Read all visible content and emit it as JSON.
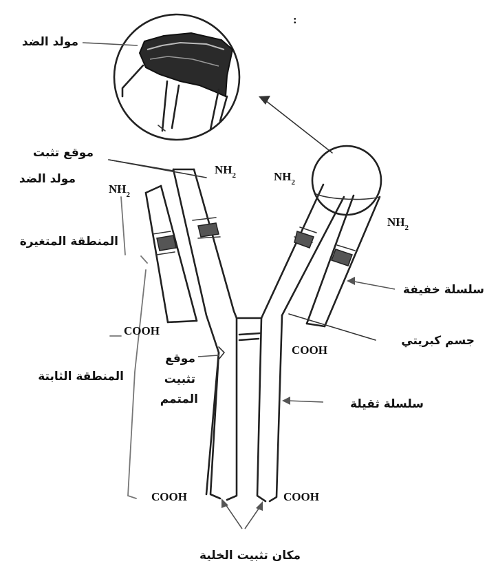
{
  "header_colon": ":",
  "labels": {
    "antigen": "مولد الضد",
    "antigen_site_line1": "موقع تثبت",
    "antigen_site_line2": "مولد الضد",
    "variable_region": "المنطقة المتغيرة",
    "constant_region": "المنطقة الثابتة",
    "complement_line1": "موقع",
    "complement_line2": "تثبيت",
    "complement_line3": "المتمم",
    "light_chain": "سلسلة خفيفة",
    "disulfide_bridge": "جسم كبريتي",
    "heavy_chain": "سلسلة ثقيلة",
    "cell_binding_site": "مكان تثبيت الخلية"
  },
  "chem": {
    "nh": "NH",
    "nh_sub": "2",
    "cooh": "COOH"
  }
}
